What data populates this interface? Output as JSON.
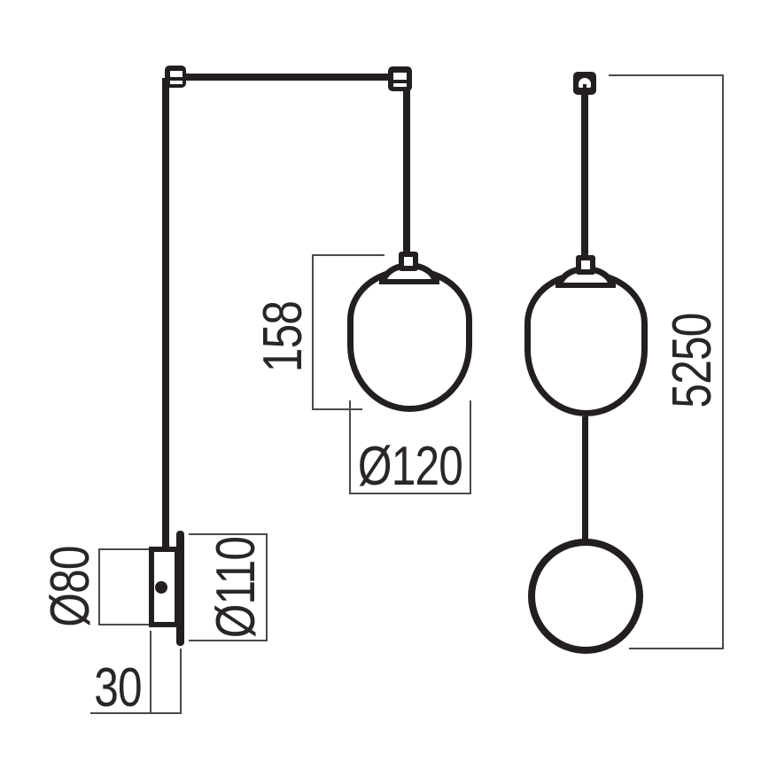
{
  "drawing": {
    "colors": {
      "product_stroke": "#231f20",
      "dimension_stroke": "#4a4a4a",
      "text": "#2a2627",
      "background": "#ffffff"
    },
    "views": {
      "wall_mounted_side_view": {
        "dims": {
          "shade_height": "158",
          "shade_diameter": "Ø120",
          "wall_mount_diameter": "Ø80",
          "wall_plate_diameter": "Ø110",
          "wall_mount_depth": "30"
        }
      },
      "pendant_front_view": {
        "dims": {
          "total_drop": "5250"
        }
      }
    }
  }
}
